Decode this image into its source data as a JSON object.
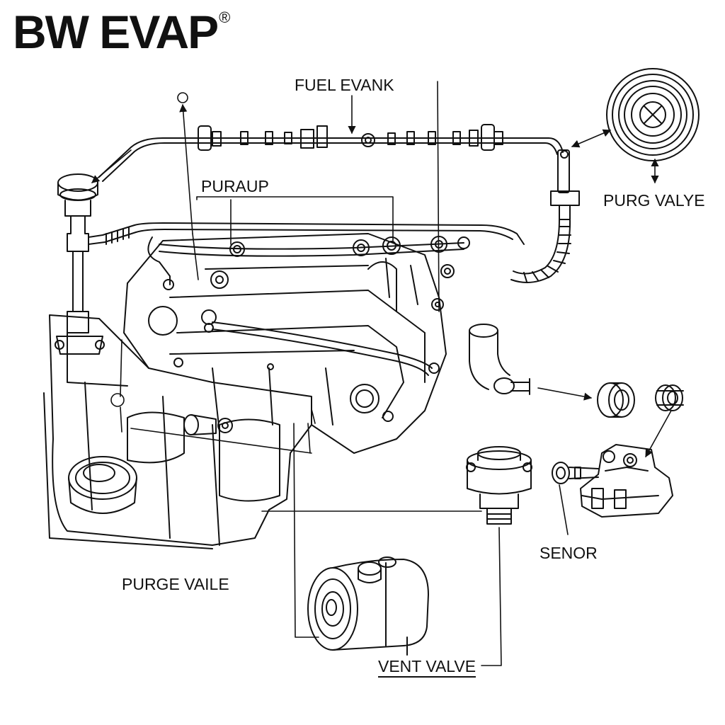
{
  "title": "BW EVAP",
  "title_mark": "®",
  "labels": {
    "fuel_tank": "FUEL EVANK",
    "purge_top": "PURAUP",
    "purge_valve_right": "PURG VALYE",
    "sensor": "SENOR",
    "purge_valve_left": "PURGE VAILE",
    "vent_valve": "VENT VALVE"
  },
  "colors": {
    "line": "#111111",
    "background": "#ffffff"
  }
}
